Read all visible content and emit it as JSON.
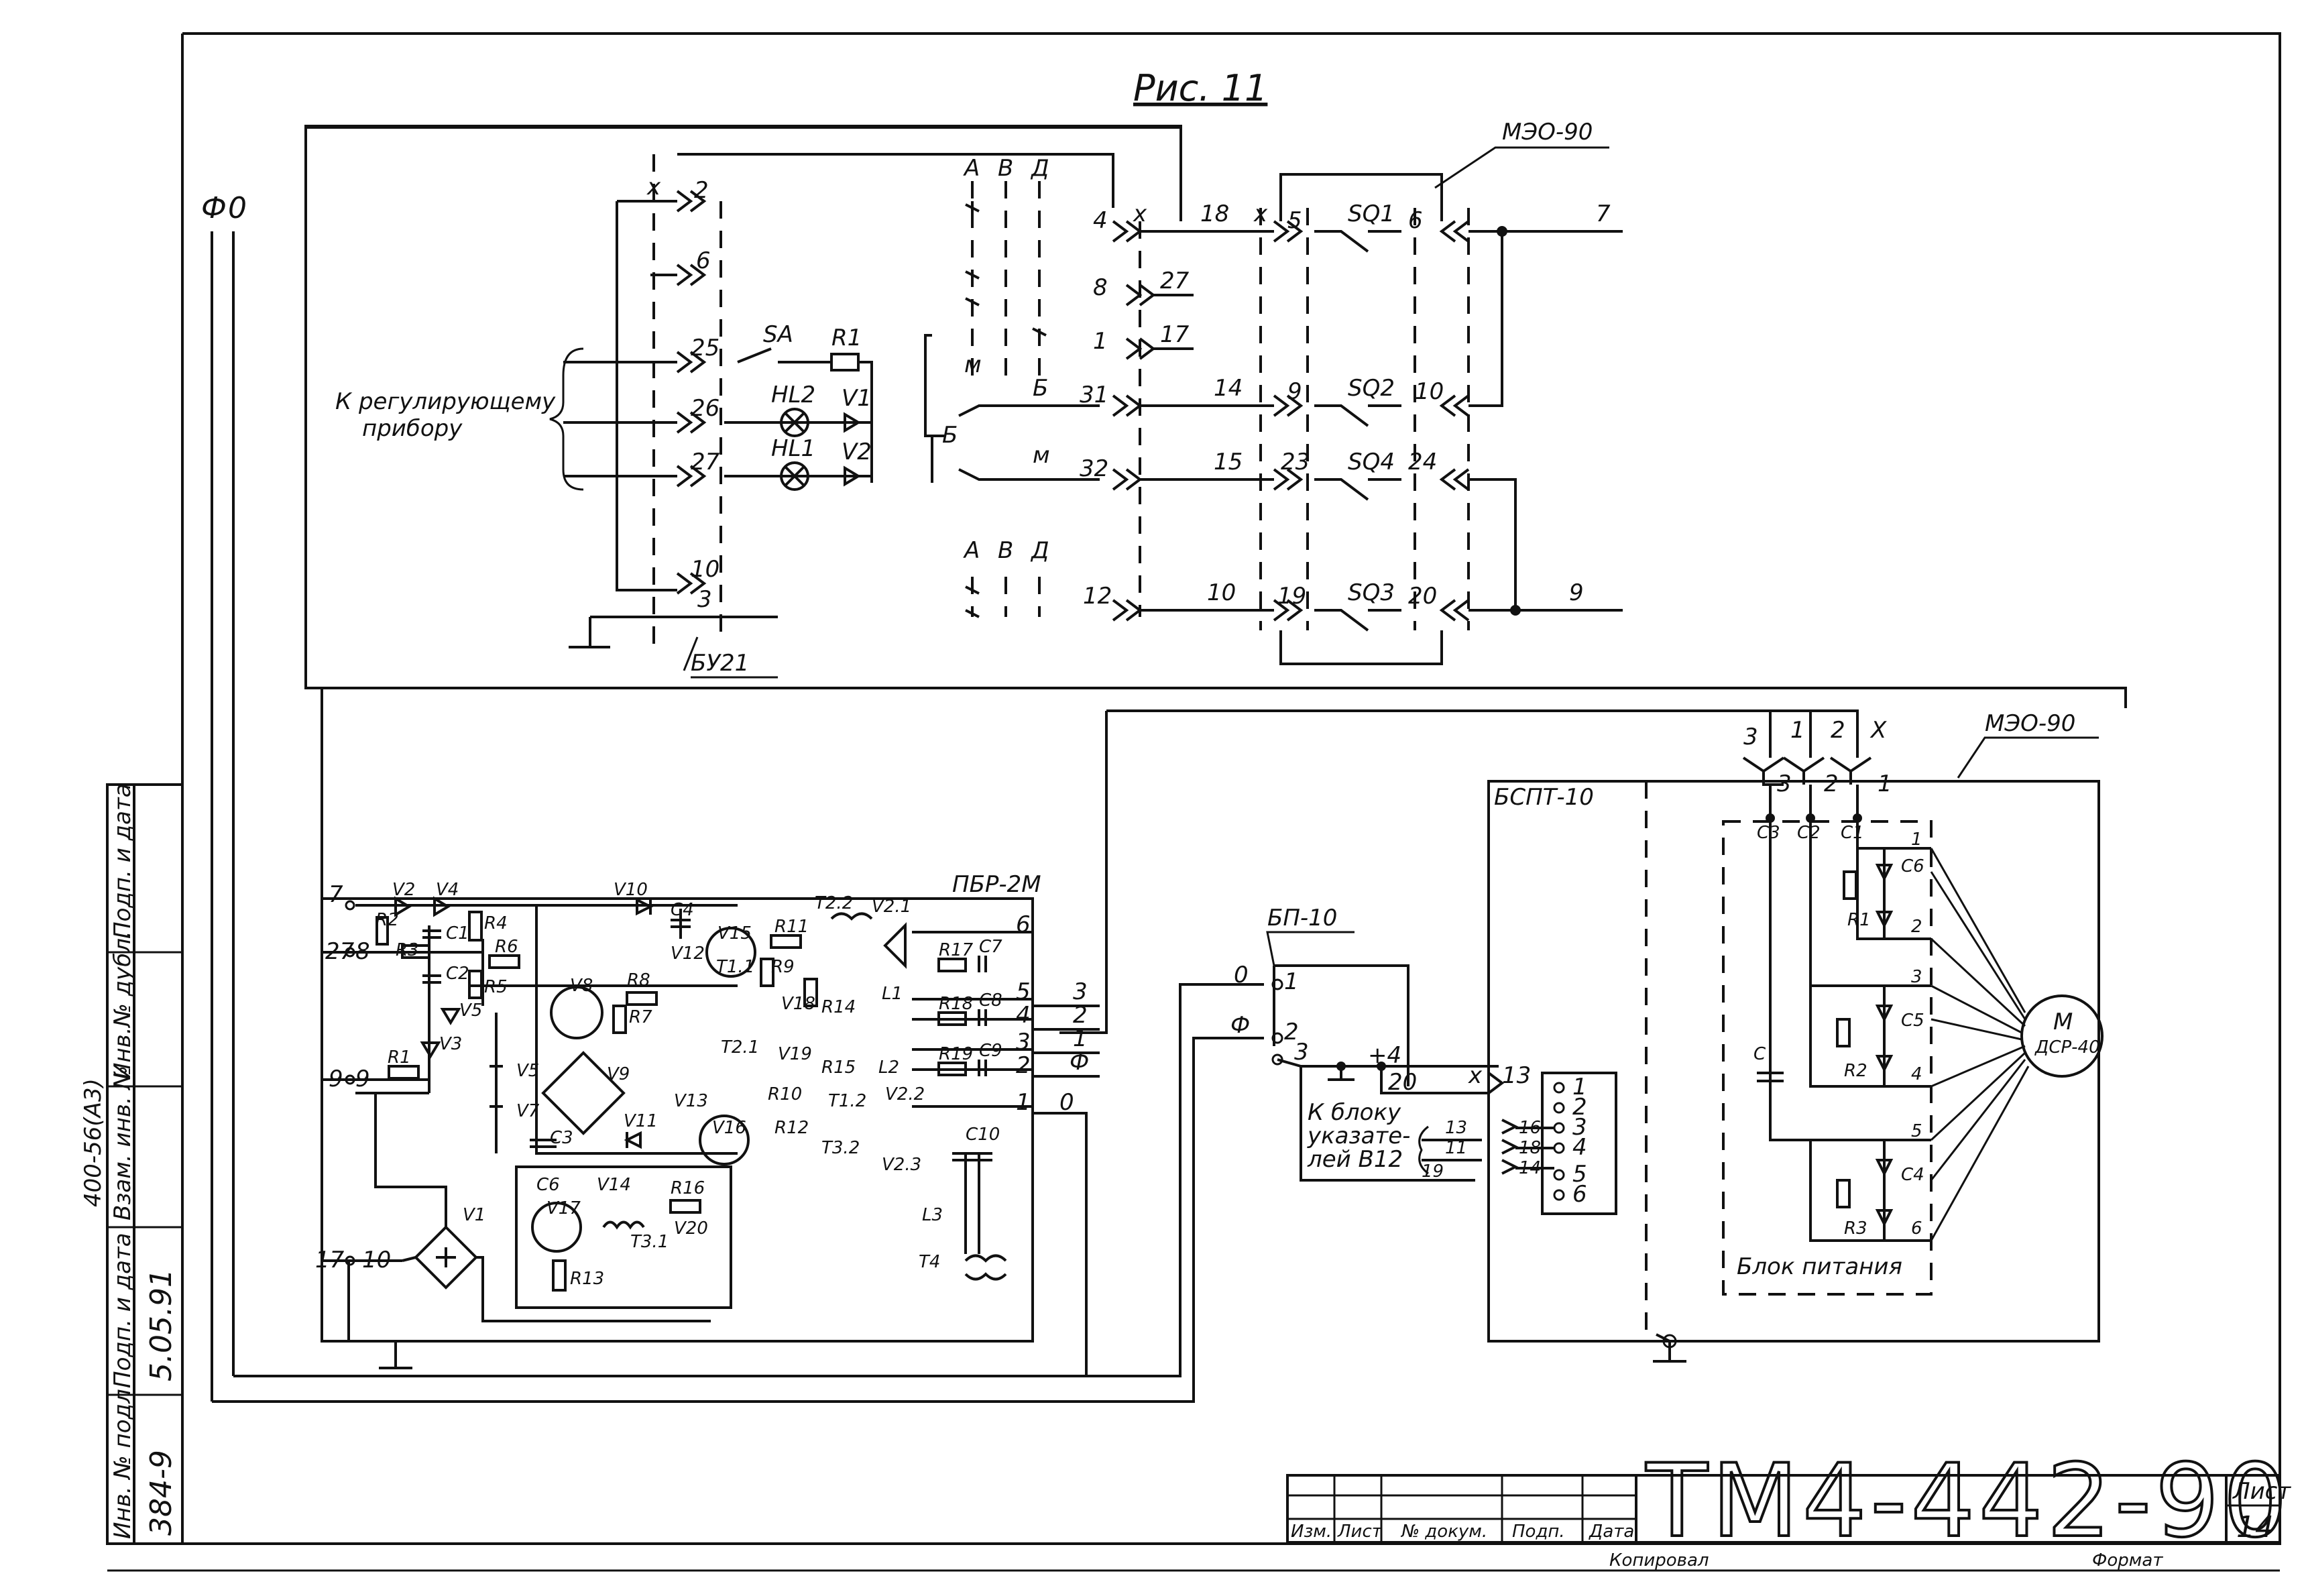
{
  "figure_title": "Рис. 11",
  "blocks": {
    "meo_top": "МЭО-90",
    "meo_bottom": "МЭО-90",
    "bu": "БУ21",
    "pbr": "ПБР-2М",
    "bp": "БП-10",
    "bspt": "БСПТ-10",
    "power_block": "Блок питания",
    "motor_symbol": "M",
    "motor_type": "ДСР-40"
  },
  "annotations": {
    "regulator": [
      "К регулирующему",
      "прибору"
    ],
    "indicator": [
      "К блоку",
      "указате-",
      "лей В12"
    ]
  },
  "top_switches": [
    "SQ1",
    "SQ2",
    "SQ4",
    "SQ3",
    "SA",
    "R1",
    "HL2",
    "HL1",
    "V1",
    "V2"
  ],
  "abd_labels": [
    "А",
    "В",
    "Д"
  ],
  "pbr_components": [
    "V2",
    "V4",
    "R2",
    "R3",
    "C1",
    "C2",
    "V5",
    "V3",
    "R4",
    "R6",
    "R5",
    "R1",
    "V10",
    "C4",
    "V15",
    "T1.1",
    "V12",
    "R8",
    "R7",
    "V8",
    "V9",
    "V5",
    "V7",
    "C3",
    "V11",
    "V13",
    "V16",
    "V14",
    "V17",
    "C6",
    "R16",
    "V20",
    "T3.1",
    "R13",
    "V1",
    "T2.2",
    "V2.1",
    "L1",
    "R11",
    "R9",
    "V18",
    "R14",
    "T2.1",
    "V19",
    "R15",
    "L2",
    "R10",
    "V2.2",
    "R12",
    "T1.2",
    "T3.2",
    "V2.3",
    "L3",
    "T4",
    "C10",
    "R17",
    "C7",
    "R18",
    "C8",
    "R19",
    "C9"
  ],
  "pbr_terminals": [
    "7",
    "8",
    "27",
    "9",
    "17",
    "10",
    "6",
    "5",
    "4",
    "3",
    "2",
    "1"
  ],
  "pbr_outputs": [
    "3",
    "2",
    "1",
    "Ф",
    "0"
  ],
  "supply_labels": [
    "Ф",
    "0"
  ],
  "bp_terminals": [
    "0",
    "1",
    "Ф",
    "2",
    "3",
    "+4",
    "20"
  ],
  "bspt_terminals": [
    "13",
    "16",
    "18",
    "14",
    "1",
    "2",
    "3",
    "4",
    "5",
    "6"
  ],
  "indicator_wires": [
    "13",
    "11",
    "19"
  ],
  "power_block_parts": [
    "C3",
    "C2",
    "C1",
    "C6",
    "R1",
    "1",
    "2",
    "C5",
    "R2",
    "C",
    "3",
    "4",
    "C4",
    "R3",
    "5",
    "6"
  ],
  "meo_input": [
    "3",
    "1",
    "2",
    "X",
    "3",
    "2",
    "1"
  ],
  "stamp": {
    "code": "ТМ4-442-90",
    "sheet_label": "Лист",
    "sheet_number": "14",
    "columns": [
      "Изм.",
      "Лист",
      "№ докум.",
      "Подп.",
      "Дата"
    ],
    "copied": "Копировал",
    "format": "Формат",
    "side_cells": [
      "Инв. № подл.",
      "Подп. и дата",
      "Взам. инв. №",
      "Инв.№ дубл.",
      "Подп. и дата"
    ],
    "side_values": [
      "384-9",
      "5.05.91",
      "400-56(А3)"
    ]
  }
}
